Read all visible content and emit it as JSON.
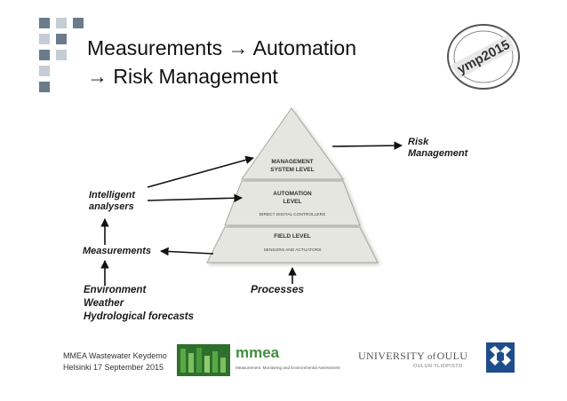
{
  "title": {
    "line1_a": "Measurements",
    "line1_b": "Automation",
    "line2": "Risk Management"
  },
  "pyramid": {
    "top_line1": "MANAGEMENT",
    "top_line2": "SYSTEM LEVEL",
    "mid_line1": "AUTOMATION",
    "mid_line2": "LEVEL",
    "mid_sub": "DIRECT DIGITAL CONTROLLERS",
    "bottom_line1": "FIELD LEVEL",
    "bottom_sub": "SENSORS AND ACTUATORS"
  },
  "labels": {
    "risk_line1": "Risk",
    "risk_line2": "Management",
    "analysers_line1": "Intelligent",
    "analysers_line2": "analysers",
    "measurements": "Measurements",
    "processes": "Processes",
    "env_line1": "Environment",
    "env_line2": "Weather",
    "env_line3": "Hydrological forecasts"
  },
  "stamp": {
    "big": "ymp2015"
  },
  "footer": {
    "line1": "MMEA Wastewater Keydemo",
    "line2": "Helsinki 17 September 2015"
  },
  "logos": {
    "mmea_name": "mmea",
    "mmea_tagline": "Measurement, Monitoring and Environmental Assessment",
    "oulu_line1_a": "UNIVERSITY",
    "oulu_line1_b": "of",
    "oulu_line1_c": "OULU",
    "oulu_line2": "OULUN YLIOPISTO"
  },
  "colors": {
    "corner_dark": "#6b7b8c",
    "corner_light": "#c5ccd4",
    "pyramid_fill": "#e4e6df",
    "mmea_green": "#3f8f3d",
    "oulu_blue": "#1d4d8b"
  }
}
